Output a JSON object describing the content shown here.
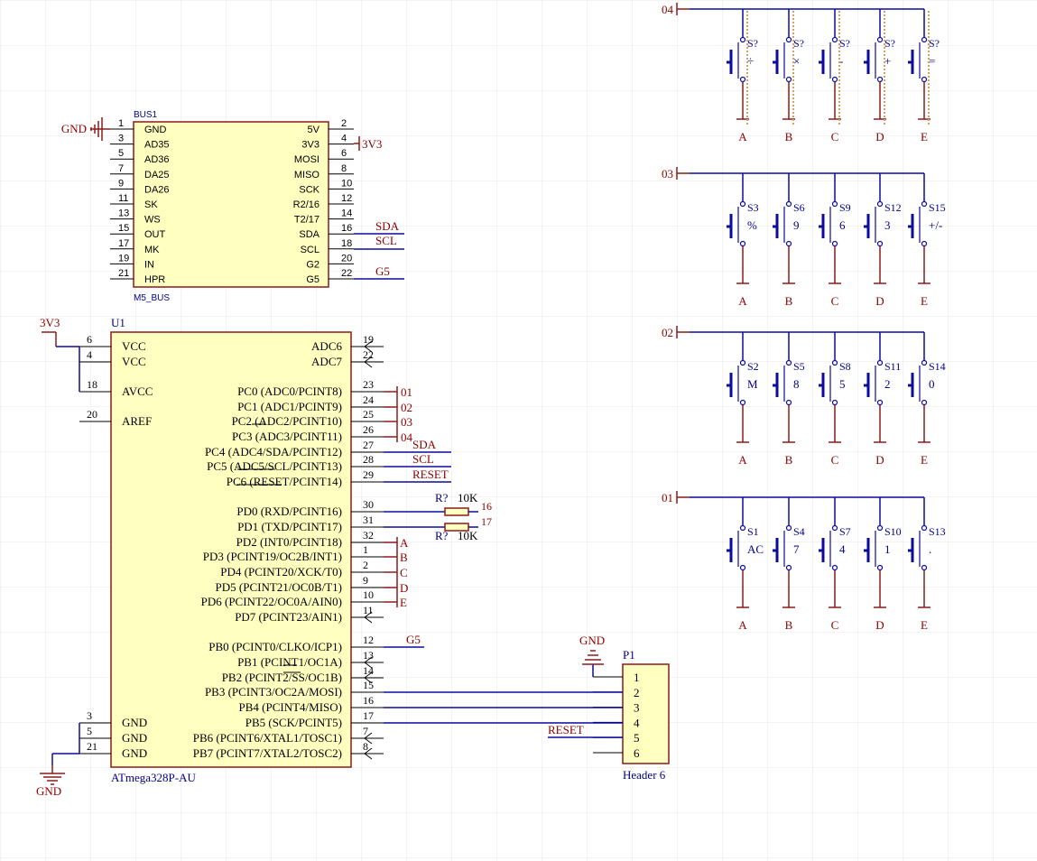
{
  "colors": {
    "wire": "#0b0b9e",
    "part_line": "#8b1a1a",
    "part_fill": "#ffffc0",
    "net_label": "#8b0000",
    "designator": "#00008b",
    "grid": "#ece6e6",
    "pin_num": "#000000"
  },
  "bus": {
    "designator": "BUS1",
    "comment": "M5_BUS",
    "left_pins": [
      [
        "1",
        "GND"
      ],
      [
        "3",
        "AD35"
      ],
      [
        "5",
        "AD36"
      ],
      [
        "7",
        "DA25"
      ],
      [
        "9",
        "DA26"
      ],
      [
        "11",
        "SK"
      ],
      [
        "13",
        "WS"
      ],
      [
        "15",
        "OUT"
      ],
      [
        "17",
        "MK"
      ],
      [
        "19",
        "IN"
      ],
      [
        "21",
        "HPR"
      ]
    ],
    "right_pins": [
      [
        "2",
        "5V"
      ],
      [
        "4",
        "3V3"
      ],
      [
        "6",
        "MOSI"
      ],
      [
        "8",
        "MISO"
      ],
      [
        "10",
        "SCK"
      ],
      [
        "12",
        "R2/16"
      ],
      [
        "14",
        "T2/17"
      ],
      [
        "16",
        "SDA"
      ],
      [
        "18",
        "SCL"
      ],
      [
        "20",
        "G2"
      ],
      [
        "22",
        "G5"
      ]
    ],
    "power": {
      "gnd": "GND",
      "v33": "3V3"
    },
    "nets": {
      "sda": "SDA",
      "scl": "SCL",
      "g5": "G5"
    }
  },
  "mcu": {
    "designator": "U1",
    "comment": "ATmega328P-AU",
    "left_pins": [
      [
        "6",
        "VCC"
      ],
      [
        "4",
        "VCC"
      ],
      [
        "18",
        "AVCC"
      ],
      [
        "20",
        "AREF"
      ],
      [
        "3",
        "GND"
      ],
      [
        "5",
        "GND"
      ],
      [
        "21",
        "GND"
      ]
    ],
    "right_pins": [
      [
        "19",
        "ADC6"
      ],
      [
        "22",
        "ADC7"
      ],
      [
        "23",
        "PC0 (ADC0/PCINT8)"
      ],
      [
        "24",
        "PC1 (ADC1/PCINT9)"
      ],
      [
        "25",
        "PC2 (ADC2/PCINT10)"
      ],
      [
        "26",
        "PC3 (ADC3/PCINT11)"
      ],
      [
        "27",
        "PC4 (ADC4/SDA/PCINT12)"
      ],
      [
        "28",
        "PC5 (ADC5/SCL/PCINT13)"
      ],
      [
        "29",
        "PC6 (RESET/PCINT14)"
      ],
      [
        "30",
        "PD0 (RXD/PCINT16)"
      ],
      [
        "31",
        "PD1 (TXD/PCINT17)"
      ],
      [
        "32",
        "PD2 (INT0/PCINT18)"
      ],
      [
        "1",
        "PD3 (PCINT19/OC2B/INT1)"
      ],
      [
        "2",
        "PD4 (PCINT20/XCK/T0)"
      ],
      [
        "9",
        "PD5 (PCINT21/OC0B/T1)"
      ],
      [
        "10",
        "PD6 (PCINT22/OC0A/AIN0)"
      ],
      [
        "11",
        "PD7 (PCINT23/AIN1)"
      ],
      [
        "12",
        "PB0 (PCINT0/CLKO/ICP1)"
      ],
      [
        "13",
        "PB1 (PCINT1/OC1A)"
      ],
      [
        "14",
        "PB2 (PCINT2/SS/OC1B)"
      ],
      [
        "15",
        "PB3 (PCINT3/OC2A/MOSI)"
      ],
      [
        "16",
        "PB4 (PCINT4/MISO)"
      ],
      [
        "17",
        "PB5 (SCK/PCINT5)"
      ],
      [
        "7",
        "PB6 (PCINT6/XTAL1/TOSC1)"
      ],
      [
        "8",
        "PB7 (PCINT7/XTAL2/TOSC2)"
      ]
    ],
    "power": {
      "v33": "3V3",
      "gnd": "GND"
    },
    "nets": {
      "pc0": "01",
      "pc1": "02",
      "pc2": "03",
      "pc3": "04",
      "pc4": "SDA",
      "pc5": "SCL",
      "pc6": "RESET",
      "pd2": "A",
      "pd3": "B",
      "pd4": "C",
      "pd5": "D",
      "pd6": "E",
      "pb0": "G5"
    }
  },
  "resistors": [
    {
      "designator": "R?",
      "value": "10K",
      "net": "16"
    },
    {
      "designator": "R?",
      "value": "10K",
      "net": "17"
    }
  ],
  "header": {
    "designator": "P1",
    "comment": "Header 6",
    "pins": [
      "1",
      "2",
      "3",
      "4",
      "5",
      "6"
    ],
    "gnd": "GND",
    "reset": "RESET"
  },
  "keypad": {
    "columns": [
      "A",
      "B",
      "C",
      "D",
      "E"
    ],
    "rows": [
      {
        "net": "04",
        "switches": [
          [
            "S?",
            "÷"
          ],
          [
            "S?",
            "×"
          ],
          [
            "S?",
            "-"
          ],
          [
            "S?",
            "+"
          ],
          [
            "S?",
            "="
          ]
        ]
      },
      {
        "net": "03",
        "switches": [
          [
            "S3",
            "%"
          ],
          [
            "S6",
            "9"
          ],
          [
            "S9",
            "6"
          ],
          [
            "S12",
            "3"
          ],
          [
            "S15",
            "+/-"
          ]
        ]
      },
      {
        "net": "02",
        "switches": [
          [
            "S2",
            "M"
          ],
          [
            "S5",
            "8"
          ],
          [
            "S8",
            "5"
          ],
          [
            "S11",
            "2"
          ],
          [
            "S14",
            "0"
          ]
        ]
      },
      {
        "net": "01",
        "switches": [
          [
            "S1",
            "AC"
          ],
          [
            "S4",
            "7"
          ],
          [
            "S7",
            "4"
          ],
          [
            "S10",
            "1"
          ],
          [
            "S13",
            "."
          ]
        ]
      }
    ]
  }
}
